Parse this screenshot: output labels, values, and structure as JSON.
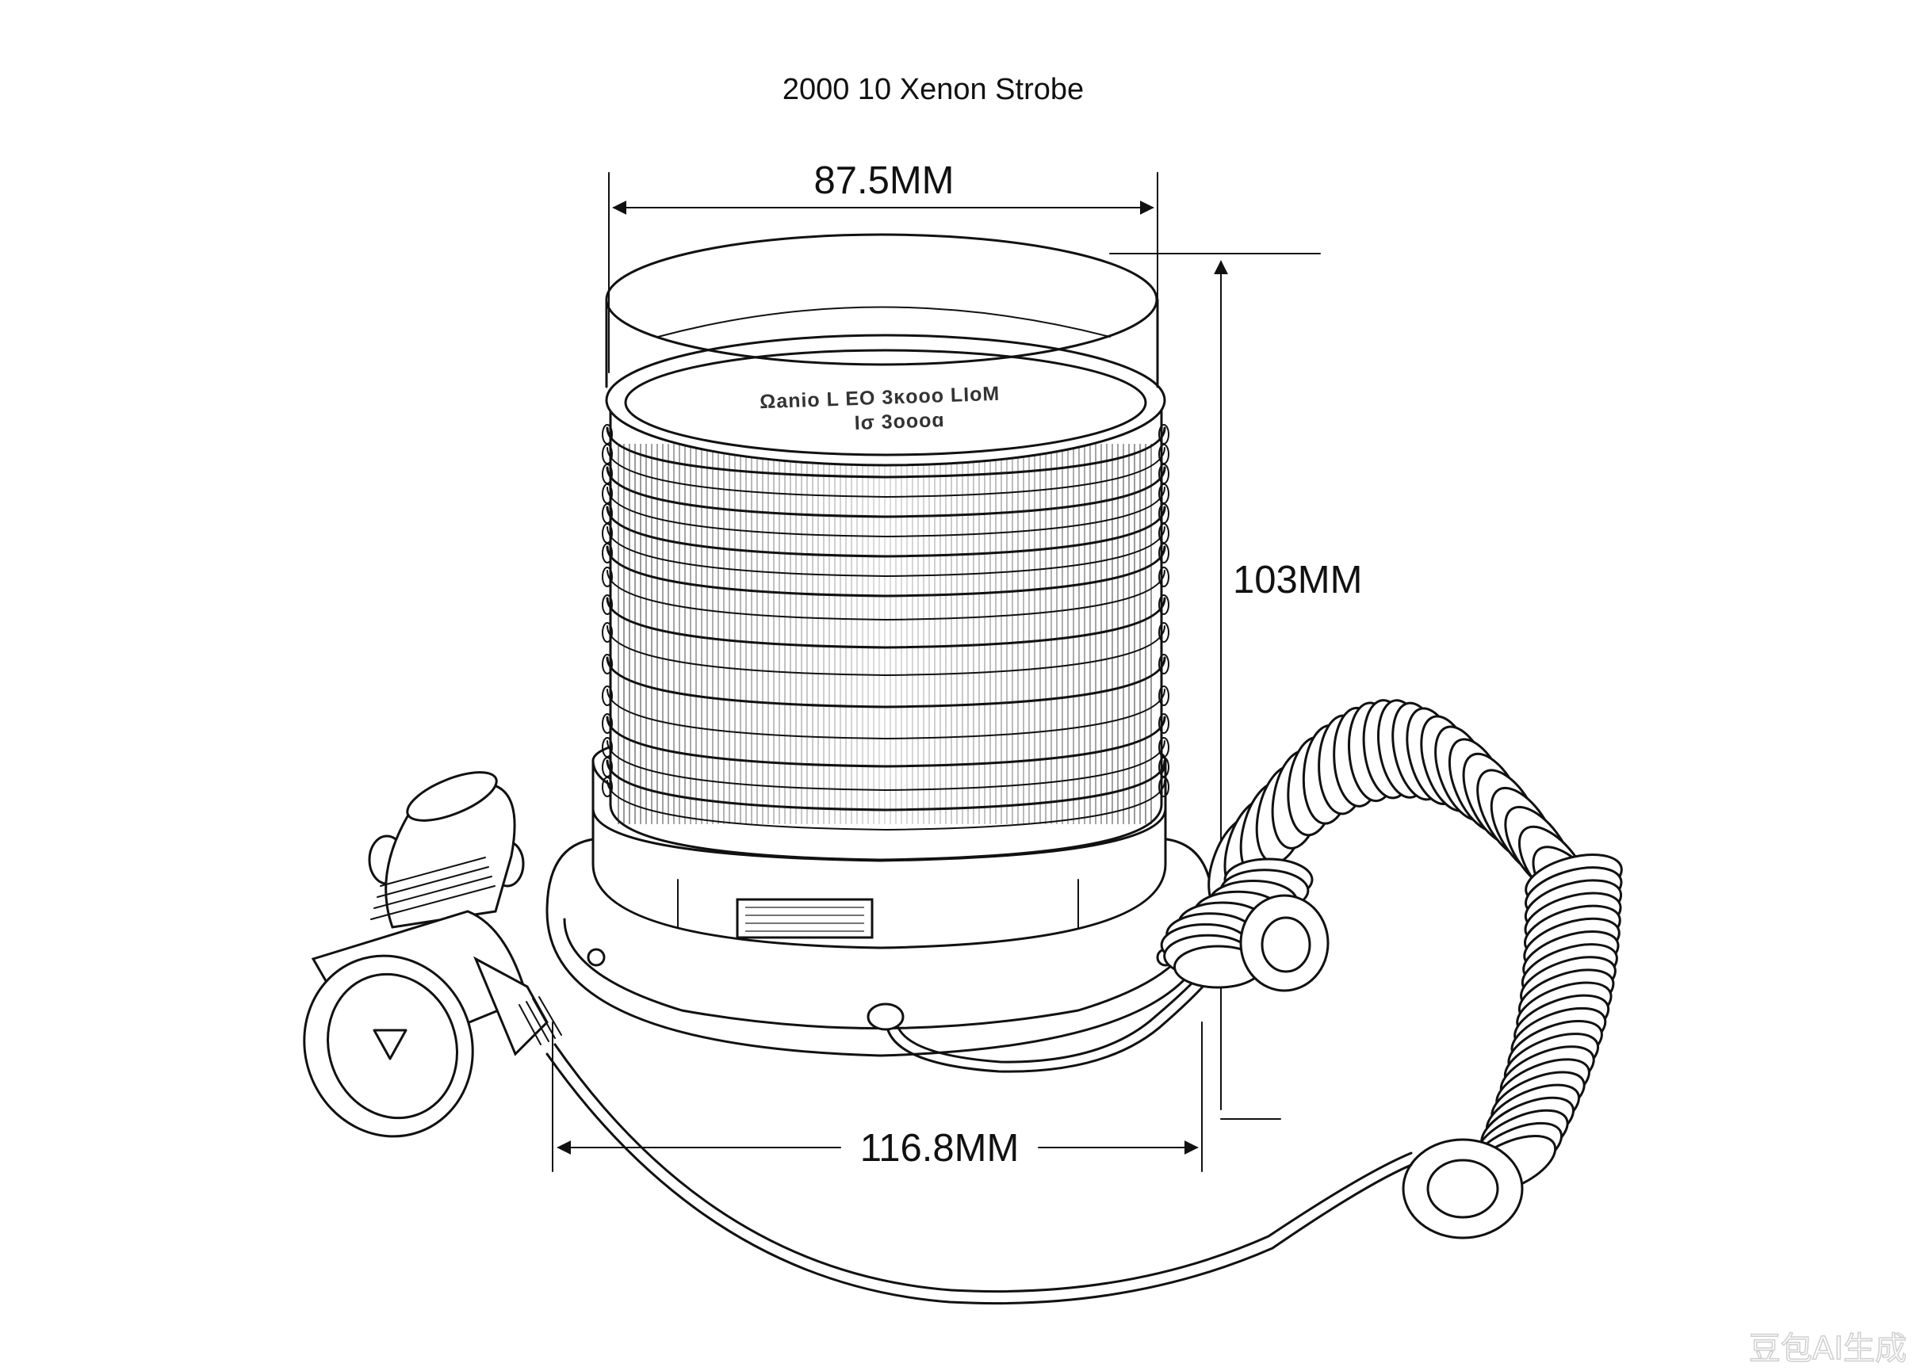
{
  "title": "2000 10 Xenon Strobe",
  "dimensions": {
    "top_width": "87.5MM",
    "height": "103MM",
    "base_width": "116.8MM"
  },
  "lens_text": {
    "line1": "Ωanio L EO 3ĸooo LIoM",
    "line2": "Iσ 3oooɑ"
  },
  "watermark": "豆包AI生成"
}
